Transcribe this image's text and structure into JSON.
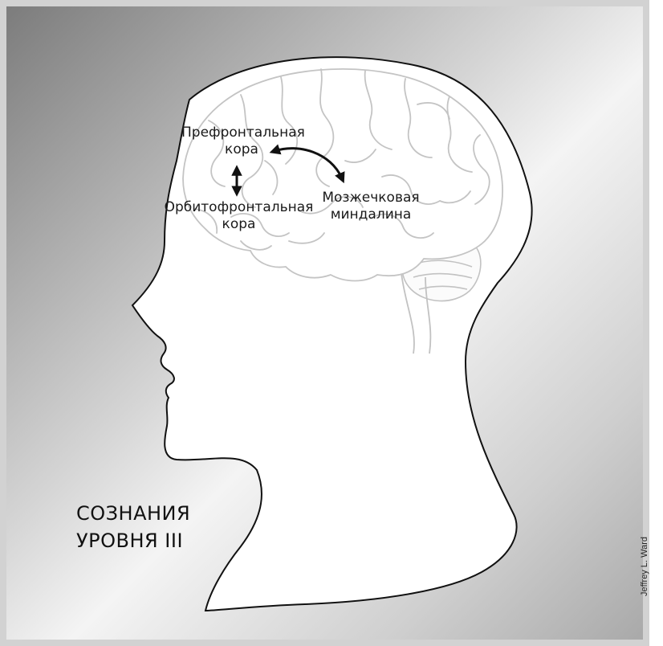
{
  "labels": {
    "prefrontal_line1": "Префронтальная",
    "prefrontal_line2": "кора",
    "orbitofrontal_line1": "Орбитофронтальная",
    "orbitofrontal_line2": "кора",
    "amygdala_line1": "Мозжечковая",
    "amygdala_line2": "миндалина"
  },
  "title": {
    "line1": "СОЗНАНИЯ",
    "line2": "УРОВНЯ III"
  },
  "credit": "Jeffrey L. Ward",
  "colors": {
    "frame": "#cfcfcf",
    "background_dark": "#7d7d7d",
    "background_light": "#f4f4f4",
    "head_fill": "#ffffff",
    "outline": "#111111",
    "brain_stroke": "#c4c4c4"
  }
}
